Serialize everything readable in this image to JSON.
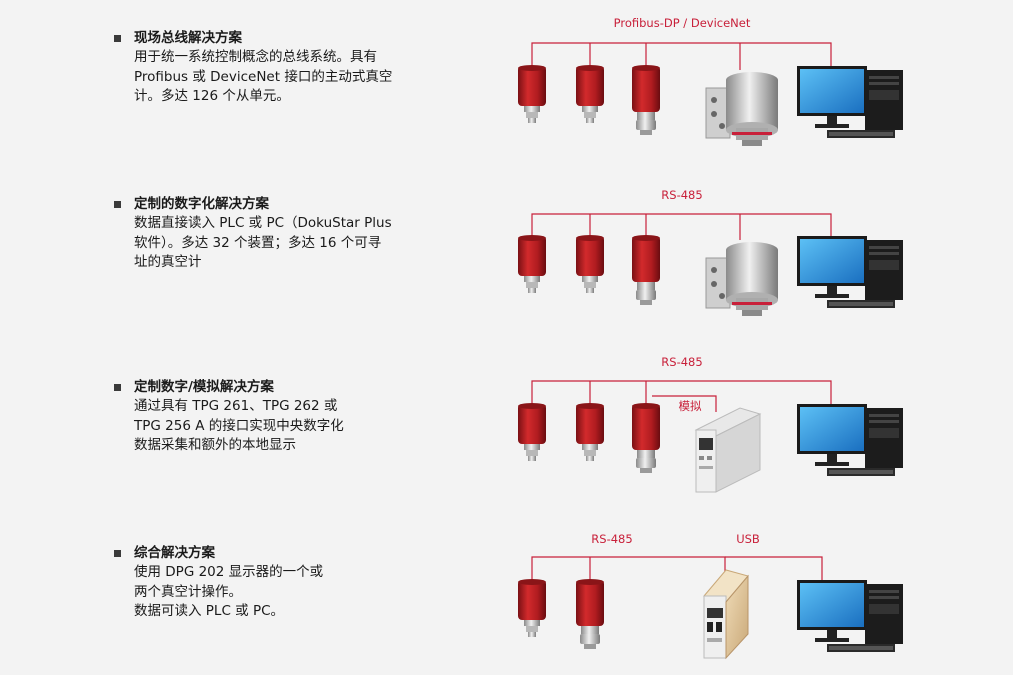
{
  "sections": [
    {
      "title": "现场总线解决方案",
      "lines": [
        "用于统一系统控制概念的总线系统。具有",
        "Profibus 或 DeviceNet 接口的主动式真空",
        "计。多达 126 个从单元。"
      ],
      "bus_labels": [
        "Profibus-DP / DeviceNet"
      ]
    },
    {
      "title": "定制的数字化解决方案",
      "lines": [
        "数据直接读入 PLC 或 PC（DokuStar Plus",
        "软件）。多达 32 个装置；多达 16 个可寻",
        "址的真空计"
      ],
      "bus_labels": [
        "RS-485"
      ]
    },
    {
      "title": "定制数字/模拟解决方案",
      "lines": [
        "通过具有 TPG 261、TPG 262 或",
        "TPG 256 A 的接口实现中央数字化",
        "数据采集和额外的本地显示"
      ],
      "bus_labels": [
        "RS-485",
        "模拟"
      ]
    },
    {
      "title": "综合解决方案",
      "lines": [
        "使用 DPG 202 显示器的一个或",
        "两个真空计操作。",
        "数据可读入 PLC 或 PC。"
      ],
      "bus_labels": [
        "RS-485",
        "USB"
      ]
    }
  ],
  "colors": {
    "bus_line": "#c8203a",
    "gauge_red": "#b01c20",
    "monitor_blue": "#2a8fd8"
  }
}
